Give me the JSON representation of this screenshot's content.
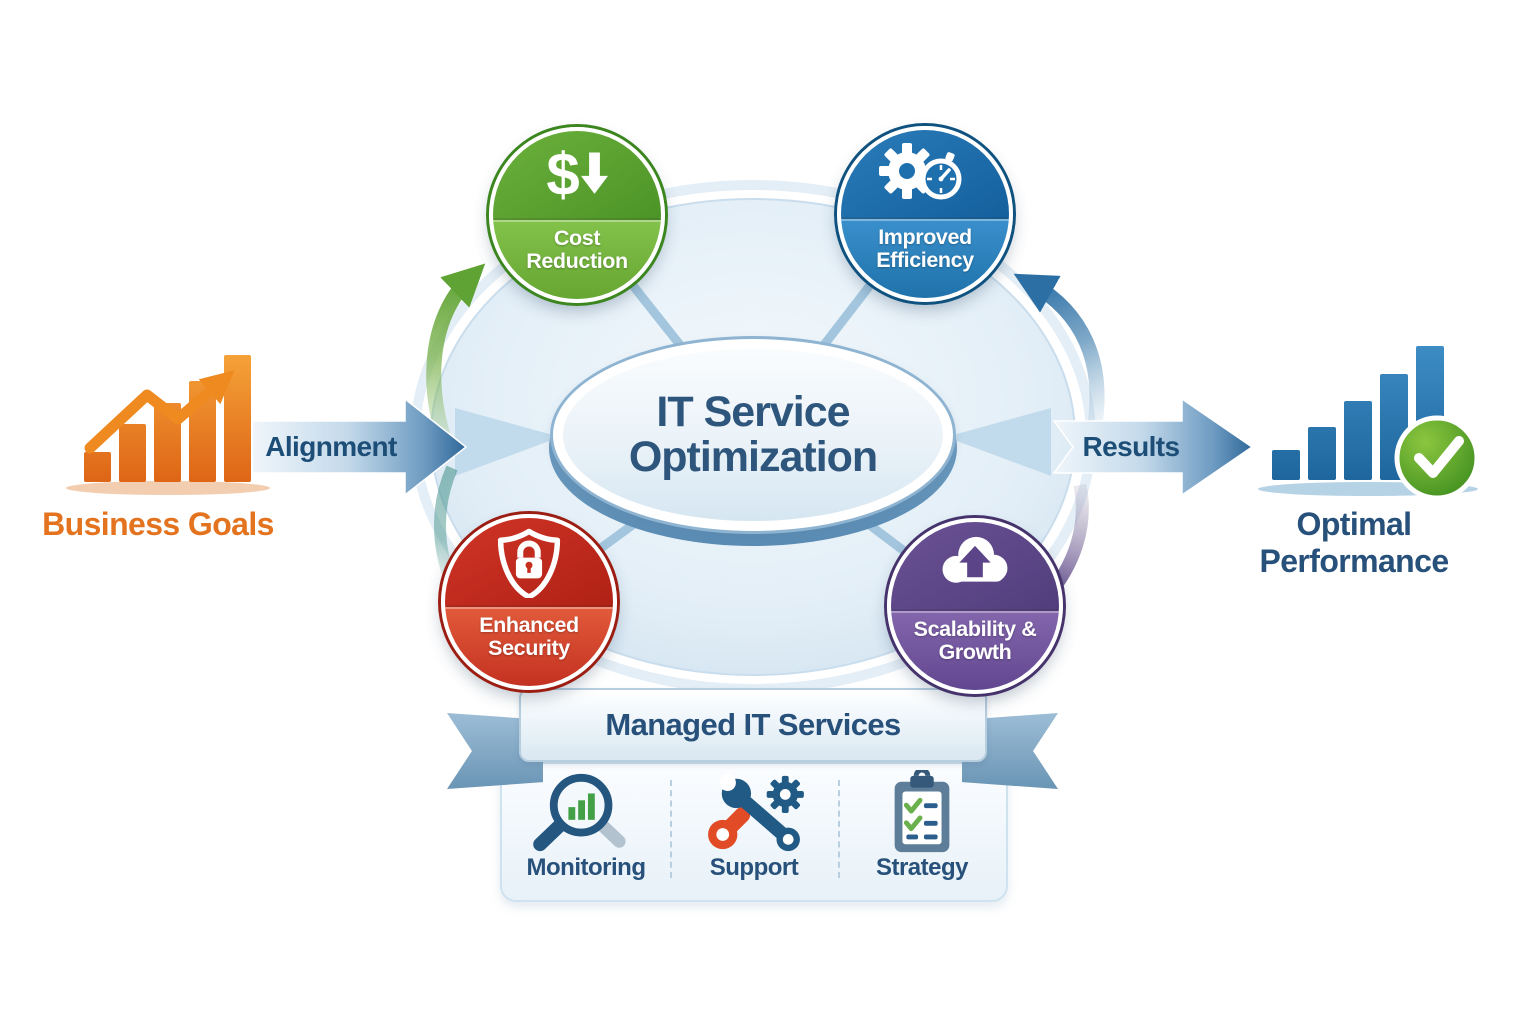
{
  "center": {
    "title": "IT Service Optimization"
  },
  "flow": {
    "left_label": "Business Goals",
    "left_arrow": "Alignment",
    "right_arrow": "Results",
    "right_label": "Optimal Performance"
  },
  "badges": [
    {
      "label": "Cost Reduction",
      "icon": "dollar-down-icon",
      "icon_glyph": "$",
      "color": "#55a02e"
    },
    {
      "label": "Improved Efficiency",
      "icon": "gear-stopwatch-icon",
      "color": "#1e76b4"
    },
    {
      "label": "Enhanced Security",
      "icon": "shield-lock-icon",
      "color": "#c62f1e"
    },
    {
      "label": "Scalability & Growth",
      "icon": "cloud-up-arrow-icon",
      "color": "#64498f"
    }
  ],
  "banner": {
    "title": "Managed IT Services"
  },
  "services": [
    {
      "label": "Monitoring",
      "icon": "magnifier-bar-chart-icon"
    },
    {
      "label": "Support",
      "icon": "wrench-gear-icon"
    },
    {
      "label": "Strategy",
      "icon": "clipboard-checklist-icon"
    }
  ],
  "palette": {
    "navy_text": "#27507a",
    "orange_accent": "#e4731f",
    "arrow_fill_dark": "#2f6899",
    "hub_rim": "#5a8cb4",
    "bar_orange": "#ee8a1f",
    "bar_blue": "#2e7cb5",
    "check_green": "#4e9426",
    "teal_arc": "#3e8d85",
    "purple_arc": "#5b4487"
  }
}
